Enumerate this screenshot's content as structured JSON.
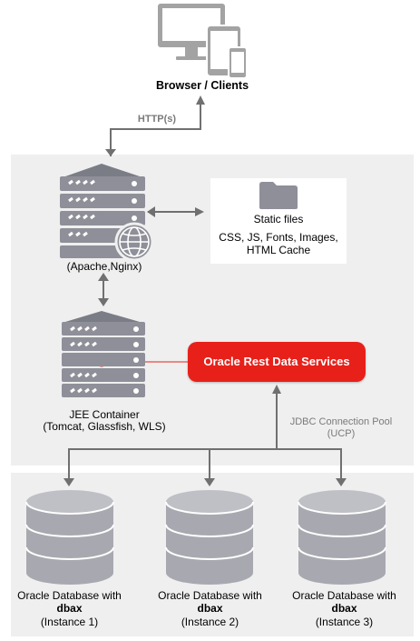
{
  "clients": {
    "label": "Browser / Clients",
    "icon": "devices-icon"
  },
  "protocol": {
    "label": "HTTP(s)"
  },
  "web_server": {
    "label": "(Apache,Nginx)",
    "icon": "web-server-icon"
  },
  "static_files": {
    "title": "Static files",
    "line1": "CSS, JS, Fonts, Images,",
    "line2": "HTML Cache",
    "icon": "folder-icon"
  },
  "jee_container": {
    "line1": "JEE Container",
    "line2": "(Tomcat, Glassfish, WLS)",
    "icon": "server-icon"
  },
  "ords": {
    "label": "Oracle Rest Data Services",
    "color": "#e8201a"
  },
  "pool": {
    "line1": "JDBC Connection Pool",
    "line2": "(UCP)"
  },
  "databases": [
    {
      "line1": "Oracle Database with",
      "line2": "dbax",
      "line3": "(Instance 1)",
      "icon": "database-icon"
    },
    {
      "line1": "Oracle Database with",
      "line2": "dbax",
      "line3": "(Instance 2)",
      "icon": "database-icon"
    },
    {
      "line1": "Oracle Database with",
      "line2": "dbax",
      "line3": "(Instance 3)",
      "icon": "database-icon"
    }
  ],
  "colors": {
    "panel": "#efefef",
    "icon_grey": "#a3a3a3",
    "icon_dark": "#7b7d86",
    "arrow": "#707070"
  }
}
